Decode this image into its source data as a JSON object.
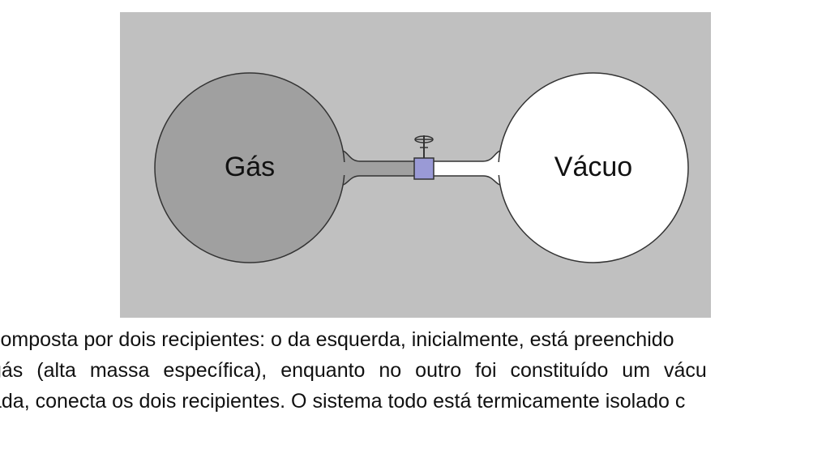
{
  "diagram": {
    "colors": {
      "panel_background": "#c0c0c0",
      "gas_fill": "#a0a0a0",
      "vacuum_fill": "#ffffff",
      "valve_fill": "#9a9ad6",
      "outline": "#333333"
    },
    "gas_label": "Gás",
    "vacuum_label": "Vácuo",
    "valve_icon": "valve-icon"
  },
  "text": {
    "line1": "composta por dois recipientes: o da esquerda, inicialmente, está preenchido",
    "line2": "gás (alta massa específica), enquanto no outro foi constituído um vácu",
    "line3": "ada, conecta os dois recipientes. O sistema todo está termicamente isolado c",
    "line4": ""
  }
}
